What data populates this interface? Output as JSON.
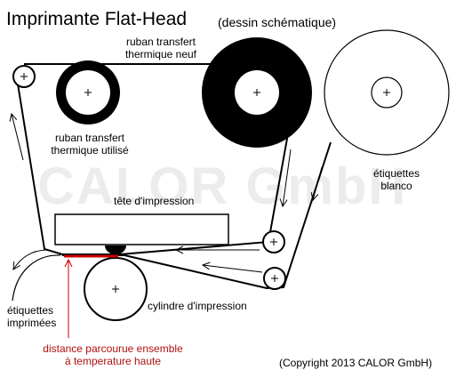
{
  "title": "Imprimante Flat-Head",
  "subtitle": "(dessin schématique)",
  "watermark": "CALOR GmbH",
  "labels": {
    "new_ribbon_line1": "ruban transfert",
    "new_ribbon_line2": "thermique neuf",
    "used_ribbon_line1": "ruban transfert",
    "used_ribbon_line2": "thermique utilisé",
    "blank_labels_line1": "étiquettes",
    "blank_labels_line2": "blanco",
    "print_head": "tête d'impression",
    "platen": "cylindre d'impression",
    "printed_labels_line1": "étiquettes",
    "printed_labels_line2": "imprimées",
    "distance_line1": "distance parcourue ensemble",
    "distance_line2": "à temperature haute"
  },
  "copyright": "(Copyright 2013 CALOR GmbH)",
  "colors": {
    "ink": "#000000",
    "highlight": "#cc0000",
    "watermark": "#ececec"
  }
}
